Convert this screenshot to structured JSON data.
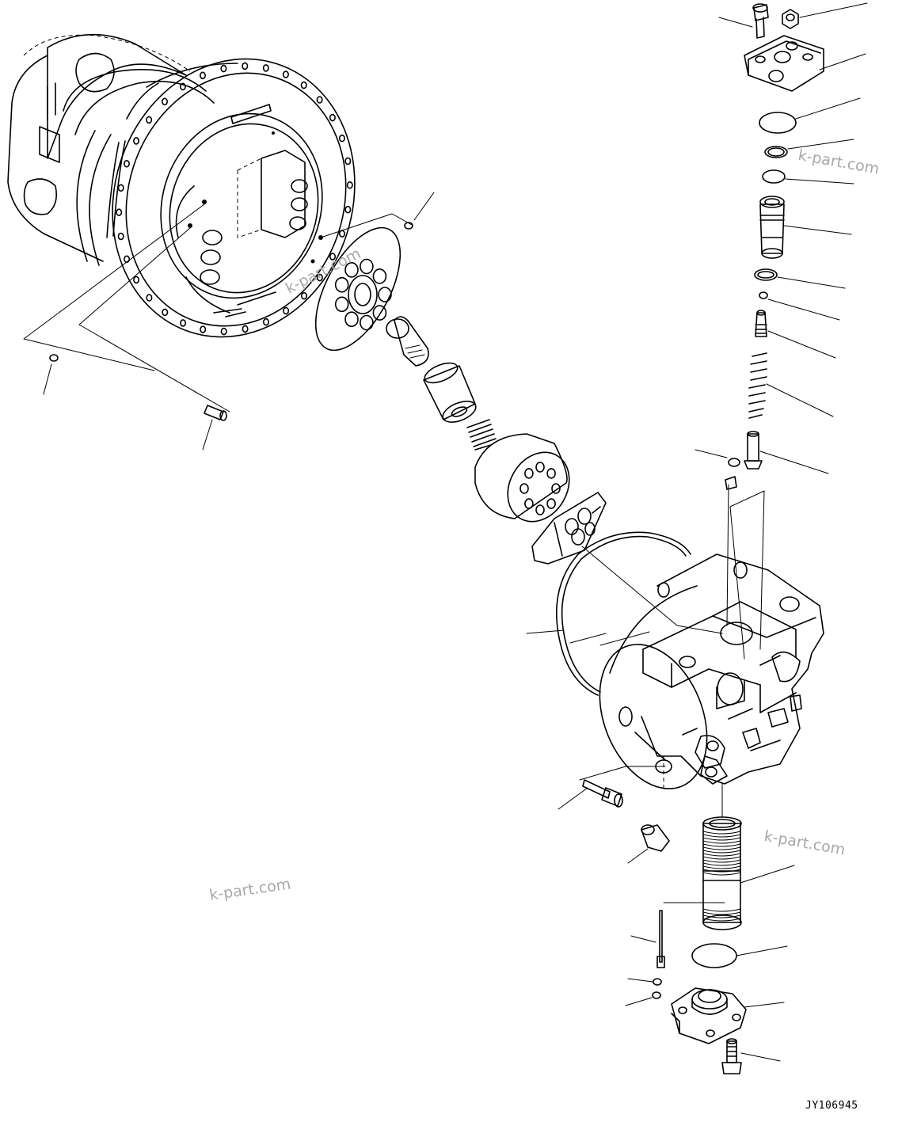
{
  "watermarks": [
    "k-part.com",
    "k-part.com",
    "k-part.com",
    "k-part.com"
  ],
  "drawing_code": "JY106945",
  "parts": [
    "final-drive-housing",
    "valve-plate",
    "spherical-bushing",
    "piston",
    "spring",
    "cylinder-block",
    "swash-plate",
    "o-ring",
    "motor-case",
    "relief-valve-cover",
    "relief-valve-sleeve",
    "check-valve-spool",
    "counterbalance-cover",
    "dowel-pin",
    "bolt",
    "plug",
    "orifice"
  ]
}
